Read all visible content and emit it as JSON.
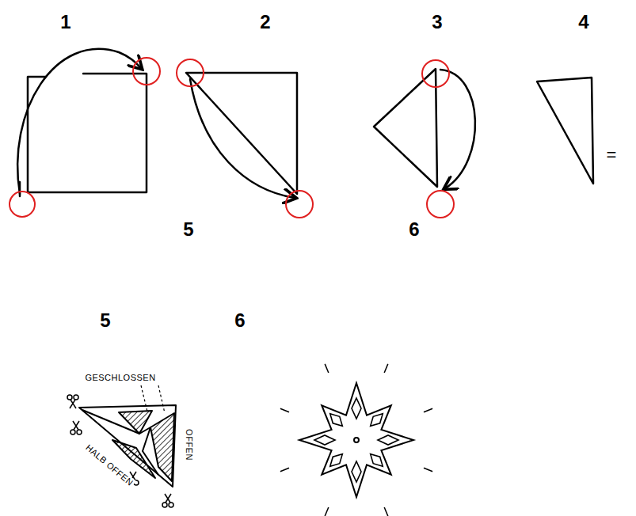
{
  "diagram": {
    "labels": [
      "1",
      "2",
      "3",
      "4",
      "=",
      "5",
      "6",
      "5",
      "6",
      "GESCHLOSSEN",
      "HALB OFFEN",
      "OFFEN"
    ]
  }
}
